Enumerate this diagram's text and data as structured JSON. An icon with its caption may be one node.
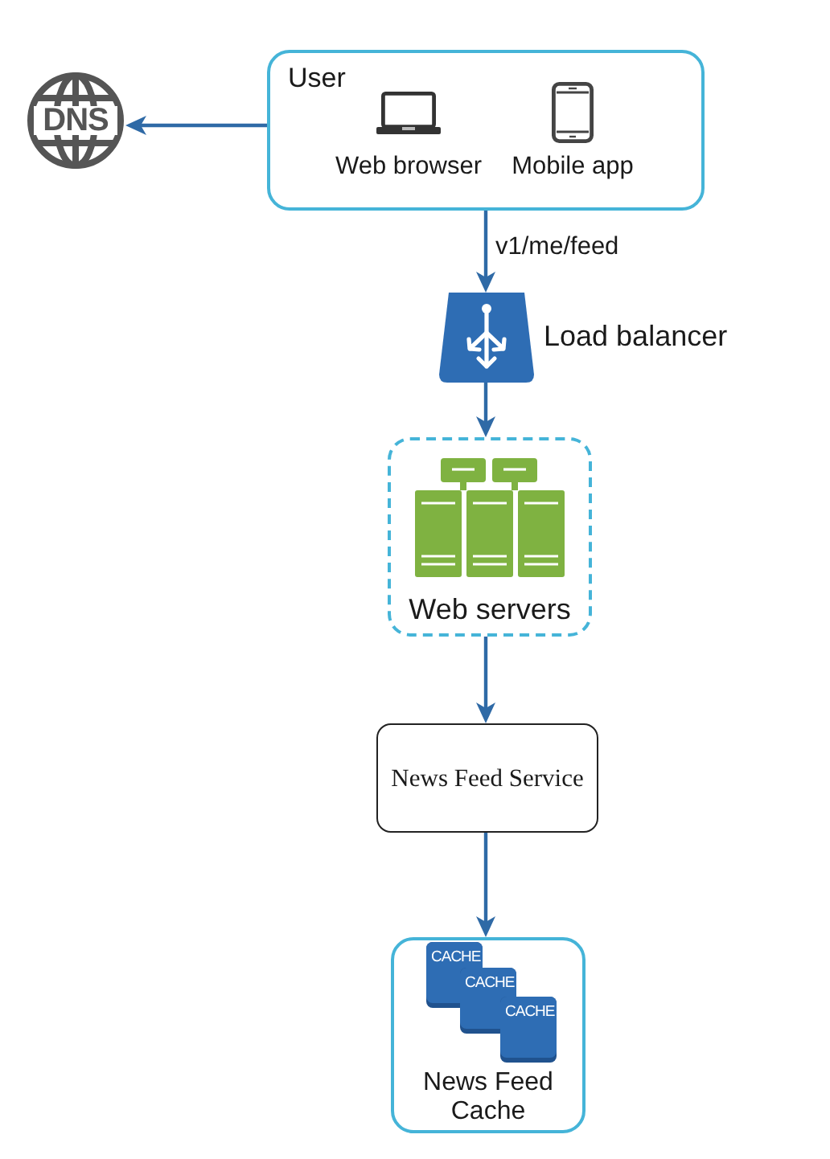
{
  "diagram": {
    "nodes": [
      {
        "text": [
          "User"
        ]
      },
      {
        "text": [
          "Web browser"
        ],
        "in": 0
      },
      {
        "text": [
          "Mobile app"
        ],
        "in": 0
      },
      {
        "text": [
          "DNS"
        ]
      },
      {
        "text": [
          "Load balancer"
        ]
      },
      {
        "text": [
          "Web servers"
        ]
      },
      {
        "text": [
          "News Feed Service"
        ]
      },
      {
        "text": [
          "News Feed Cache"
        ]
      },
      {
        "text": [
          "CACHE"
        ],
        "in": 7
      },
      {
        "text": [
          "CACHE"
        ],
        "in": 7
      },
      {
        "text": [
          "CACHE"
        ],
        "in": 7
      }
    ],
    "edges": [
      {
        "from": 0,
        "to": 3,
        "arrow": "to"
      },
      {
        "from": 0,
        "to": 4,
        "arrow": "to",
        "label": "v1/me/feed"
      },
      {
        "from": 4,
        "to": 5,
        "arrow": "to"
      },
      {
        "from": 5,
        "to": 6,
        "arrow": "to"
      },
      {
        "from": 6,
        "to": 7,
        "arrow": "to"
      }
    ]
  }
}
